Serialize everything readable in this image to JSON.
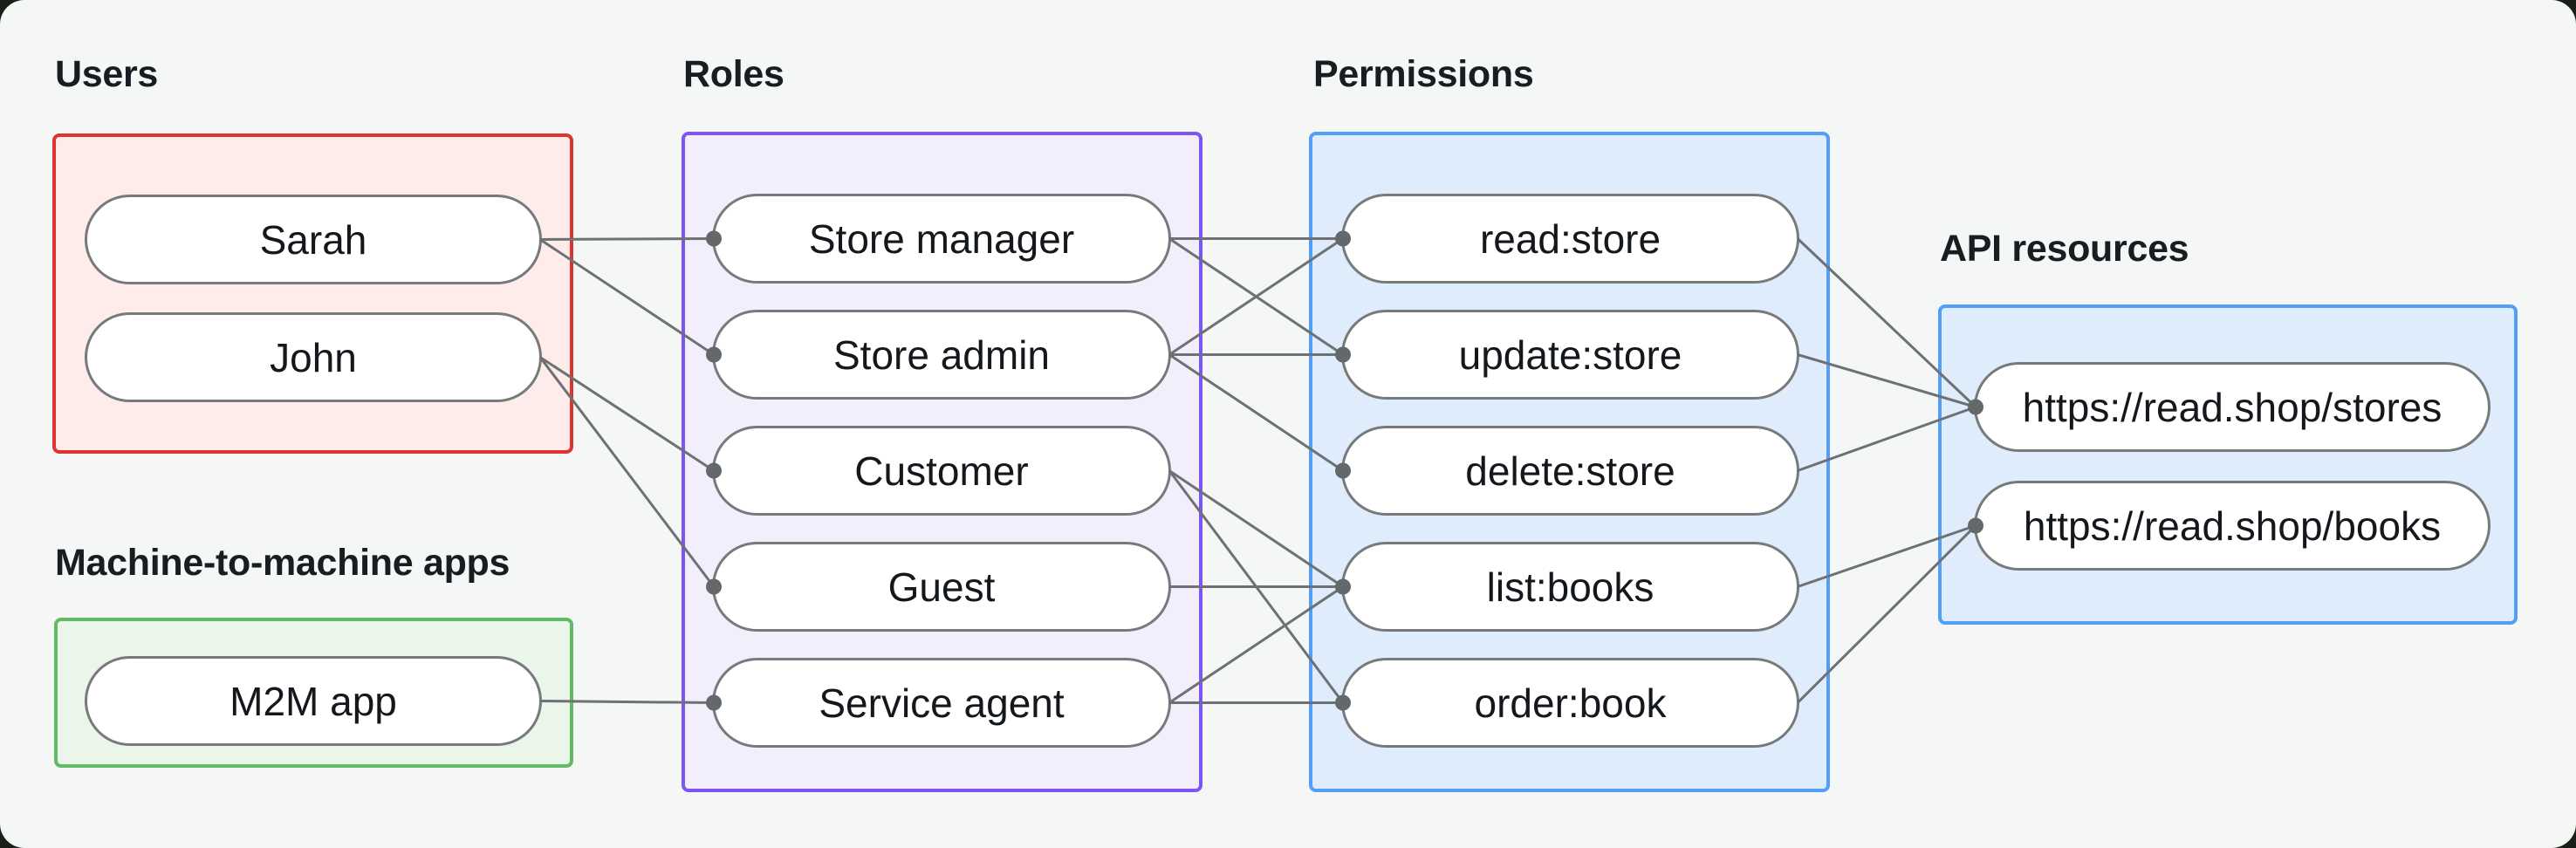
{
  "title": "Role-based access control diagram",
  "colors": {
    "canvas_background": "#f4f7f5",
    "page_background": "#182018",
    "users_border": "#dc3530",
    "users_fill": "#fdecea",
    "m2m_border": "#62ba66",
    "m2m_fill": "#eaf6ea",
    "roles_border": "#7c55f2",
    "roles_fill": "#f3eefc",
    "permissions_border": "#539ef7",
    "permissions_fill": "#deecfc",
    "api_border": "#539ef7",
    "api_fill": "#deecfc",
    "edge_line": "#6e7173",
    "edge_dot": "#64686b",
    "pill_border": "#77797b",
    "pill_fill": "#ffffff",
    "text": "#181d22"
  },
  "groups": [
    {
      "id": "users",
      "label": "Users",
      "items": [
        {
          "id": "sarah",
          "label": "Sarah"
        },
        {
          "id": "john",
          "label": "John"
        }
      ]
    },
    {
      "id": "m2m",
      "label": "Machine-to-machine apps",
      "items": [
        {
          "id": "m2m-app",
          "label": "M2M app"
        }
      ]
    },
    {
      "id": "roles",
      "label": "Roles",
      "items": [
        {
          "id": "store-manager",
          "label": "Store manager"
        },
        {
          "id": "store-admin",
          "label": "Store admin"
        },
        {
          "id": "customer",
          "label": "Customer"
        },
        {
          "id": "guest",
          "label": "Guest"
        },
        {
          "id": "service-agent",
          "label": "Service agent"
        }
      ]
    },
    {
      "id": "permissions",
      "label": "Permissions",
      "items": [
        {
          "id": "read-store",
          "label": "read:store"
        },
        {
          "id": "update-store",
          "label": "update:store"
        },
        {
          "id": "delete-store",
          "label": "delete:store"
        },
        {
          "id": "list-books",
          "label": "list:books"
        },
        {
          "id": "order-book",
          "label": "order:book"
        }
      ]
    },
    {
      "id": "api",
      "label": "API resources",
      "items": [
        {
          "id": "stores",
          "label": "https://read.shop/stores"
        },
        {
          "id": "books",
          "label": "https://read.shop/books"
        }
      ]
    }
  ],
  "edges": [
    [
      "sarah",
      "store-manager"
    ],
    [
      "sarah",
      "store-admin"
    ],
    [
      "john",
      "customer"
    ],
    [
      "john",
      "guest"
    ],
    [
      "m2m-app",
      "service-agent"
    ],
    [
      "store-manager",
      "read-store"
    ],
    [
      "store-manager",
      "update-store"
    ],
    [
      "store-admin",
      "read-store"
    ],
    [
      "store-admin",
      "update-store"
    ],
    [
      "store-admin",
      "delete-store"
    ],
    [
      "customer",
      "list-books"
    ],
    [
      "customer",
      "order-book"
    ],
    [
      "guest",
      "list-books"
    ],
    [
      "service-agent",
      "list-books"
    ],
    [
      "service-agent",
      "order-book"
    ],
    [
      "read-store",
      "stores"
    ],
    [
      "update-store",
      "stores"
    ],
    [
      "delete-store",
      "stores"
    ],
    [
      "list-books",
      "books"
    ],
    [
      "order-book",
      "books"
    ]
  ]
}
